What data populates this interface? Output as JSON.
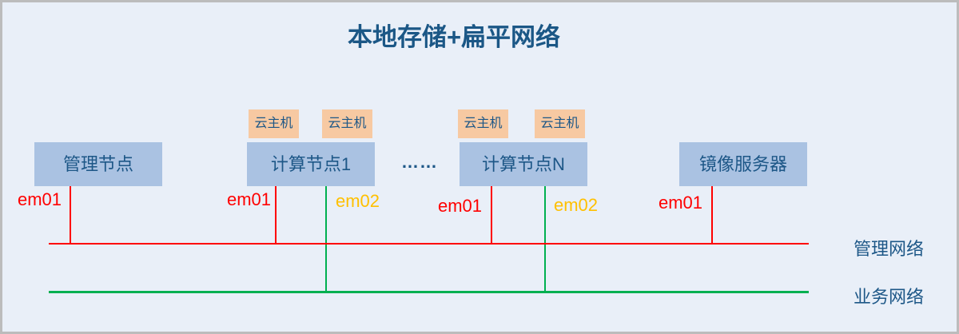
{
  "title": "本地存储+扁平网络",
  "nodes": {
    "management": {
      "label": "管理节点"
    },
    "compute1": {
      "label": "计算节点1"
    },
    "computeN": {
      "label": "计算节点N"
    },
    "mirror": {
      "label": "镜像服务器"
    }
  },
  "cloud_host_label": "云主机",
  "ellipsis": "……",
  "nic_labels": {
    "em01": "em01",
    "em02": "em02"
  },
  "networks": {
    "management": "管理网络",
    "business": "业务网络"
  },
  "colors": {
    "background": "#e9eff8",
    "frame_border": "#bcbcbc",
    "node_fill": "#aac2e2",
    "cloud_host_fill": "#f7c9a2",
    "dark_blue_text": "#1d5787",
    "management_network_line": "#ff0000",
    "business_network_line": "#00b050",
    "em01_text": "#ff0000",
    "em02_text": "#ffc000"
  }
}
